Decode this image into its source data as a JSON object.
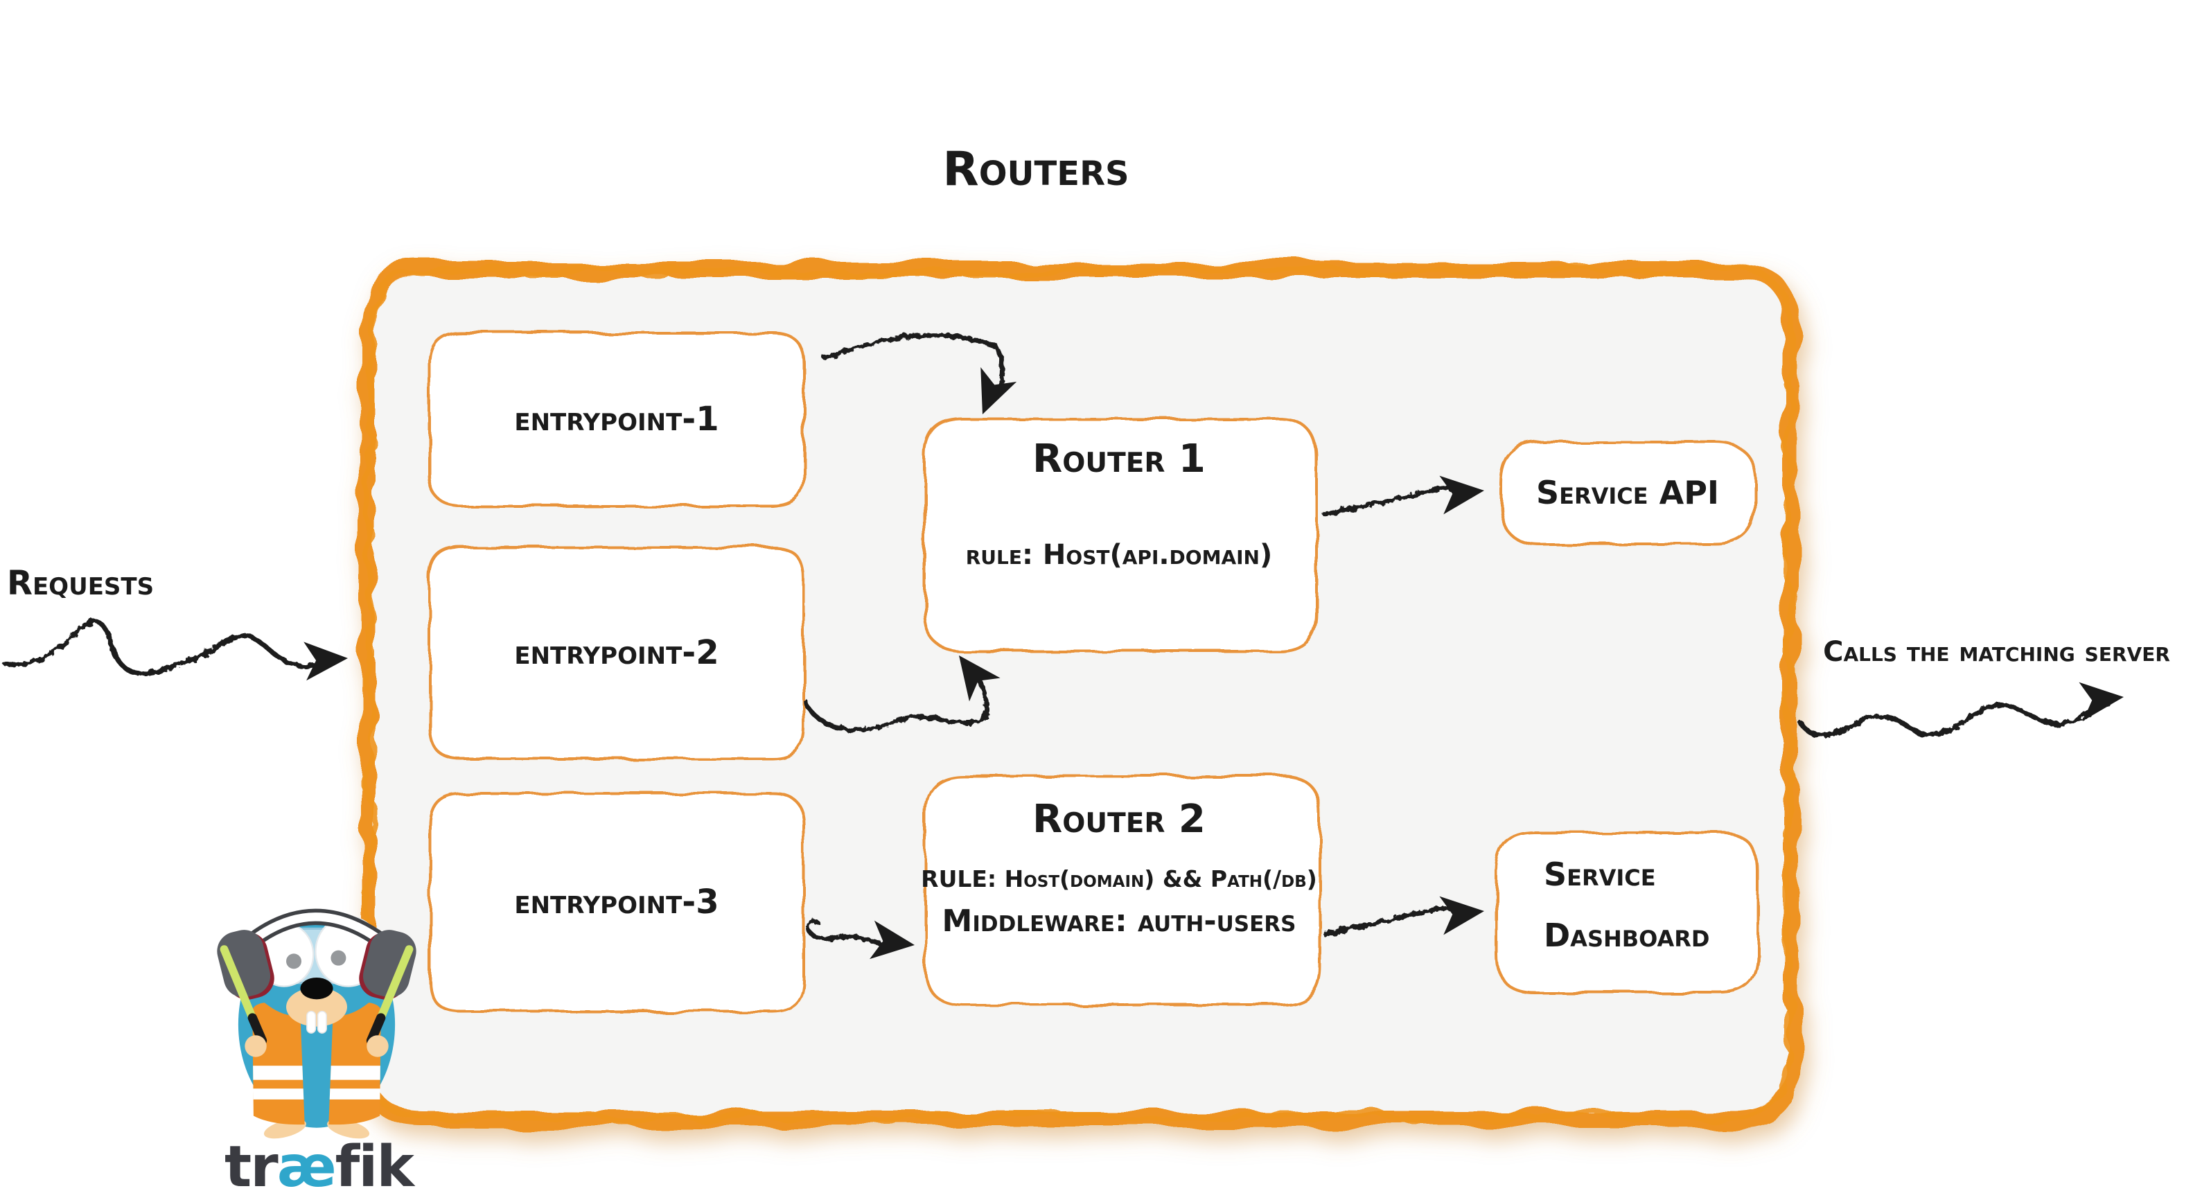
{
  "title": "Routers",
  "requests_label": "Requests",
  "calls_label": "Calls the matching server",
  "entrypoints": [
    {
      "label": "entrypoint-1"
    },
    {
      "label": "entrypoint-2"
    },
    {
      "label": "entrypoint-3"
    }
  ],
  "routers": [
    {
      "name": "Router 1",
      "rule": "rule: Host(api.domain)"
    },
    {
      "name": "Router 2",
      "rule": "RULE: Host(domain) && Path(/db)",
      "middleware": "Middleware: auth-users"
    }
  ],
  "services": [
    {
      "line1": "Service API"
    },
    {
      "line1": "Service",
      "line2": "Dashboard"
    }
  ],
  "logo": {
    "tr": "tr",
    "ae": "æ",
    "fik": "fik"
  },
  "colors": {
    "accent_orange": "#EE9320",
    "box_stroke_orange": "#E8933B",
    "ink": "#1B1B1B",
    "container_fill": "#F5F5F4",
    "shadow_tan": "#D49A4E",
    "logo_teal": "#3AA7CB",
    "logo_text_dark": "#3A3B41",
    "vest_orange": "#F09226",
    "baton_green": "#CDE46A",
    "skin_tan": "#F7D2A0"
  }
}
